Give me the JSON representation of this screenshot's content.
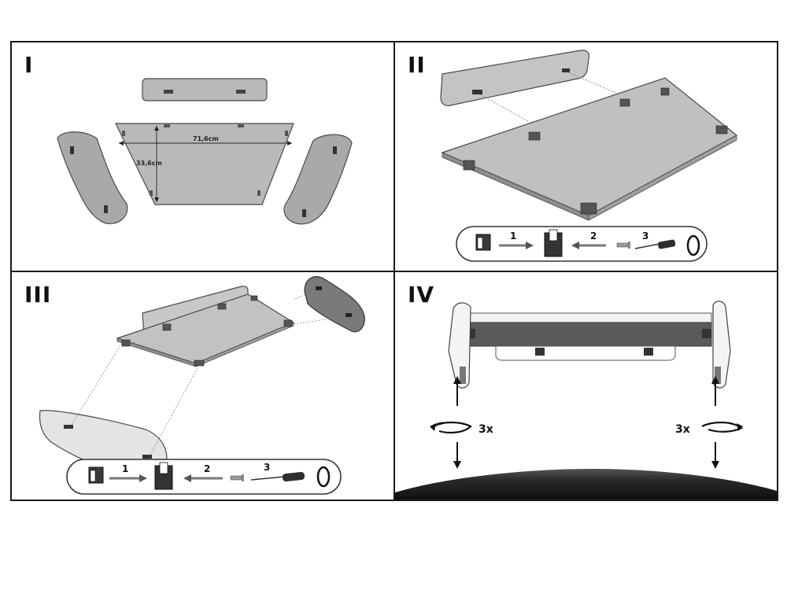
{
  "panels": [
    {
      "number": "I",
      "width_label": "71,6cm",
      "depth_label": "33,6cm"
    },
    {
      "number": "II",
      "steps": [
        "1",
        "2",
        "3"
      ]
    },
    {
      "number": "III",
      "steps": [
        "1",
        "2",
        "3"
      ]
    },
    {
      "number": "IV",
      "turns_left": "3x",
      "turns_right": "3x"
    }
  ],
  "colors": {
    "panel_fill": "#b9b9b9",
    "side_fill": "#a9a9a9",
    "outline": "#4a4a4a",
    "bracket": "#2b2b2b",
    "car_roof": "#2a2a2a"
  },
  "icons": [
    "bracket-icon",
    "clip-icon",
    "screw-icon",
    "screwdriver-icon",
    "ring-icon",
    "arrow-icon",
    "rotation-icon"
  ]
}
